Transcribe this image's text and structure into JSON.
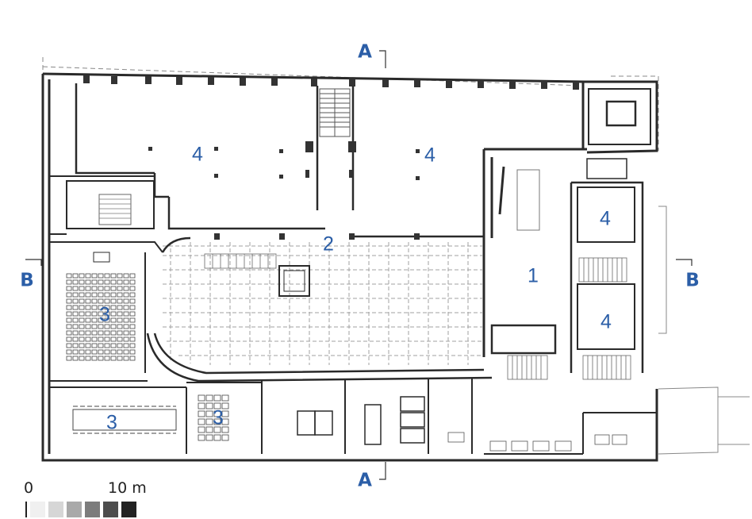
{
  "room_labels": {
    "main_hall": "1",
    "atrium": "2",
    "auditorium": "3",
    "meeting_room": "3",
    "classroom": "3",
    "office_nw": "4",
    "office_n": "4",
    "office_e_upper": "4",
    "office_e_lower": "4"
  },
  "section_markers": {
    "a_top": "A",
    "a_bottom": "A",
    "b_left": "B",
    "b_right": "B"
  },
  "scale_bar": {
    "start": "0",
    "end": "10 m",
    "swatches": [
      "#f0f0f0",
      "#d6d6d6",
      "#a9a9a9",
      "#7c7c7c",
      "#4d4d4d",
      "#222222"
    ]
  },
  "colors": {
    "label": "#2b5ea7",
    "wall": "#2a2a2a",
    "grid": "#9a9a9a"
  }
}
